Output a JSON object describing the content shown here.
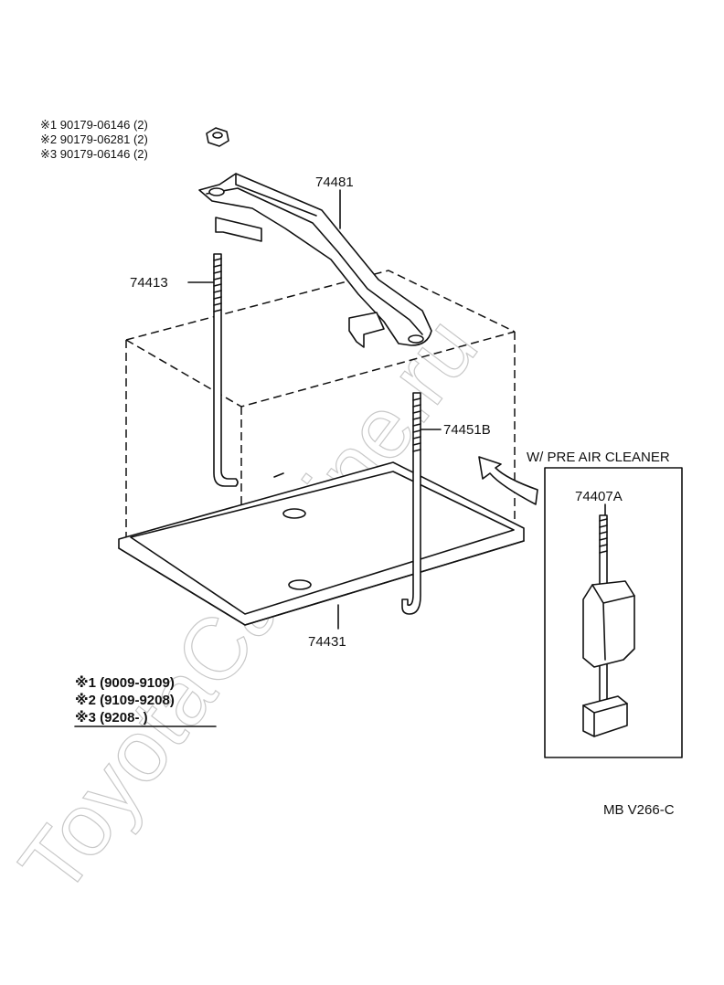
{
  "callouts": {
    "nut_note_1": "※1 90179-06146 (2)",
    "nut_note_2": "※2 90179-06281 (2)",
    "nut_note_3": "※3 90179-06146 (2)",
    "clamp": "74481",
    "rod_left": "74413",
    "rod_right": "74451B",
    "tray": "74431",
    "inset_part": "74407A"
  },
  "inset": {
    "title": "W/ PRE AIR CLEANER"
  },
  "legend": {
    "row1": "※1 (9009-9109)",
    "row2": "※2 (9109-9208)",
    "row3": "※3 (9208-        )"
  },
  "diagram_code": "MB V266-C",
  "watermark": "ToyotaCarMine.ru"
}
